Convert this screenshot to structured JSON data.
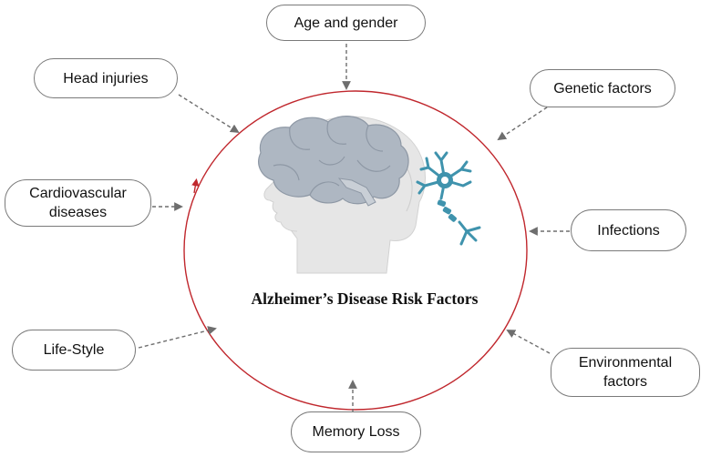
{
  "diagram": {
    "title": "Alzheimer’s Disease Risk Factors",
    "factors": {
      "age_gender": "Age and gender",
      "head_injuries": "Head injuries",
      "genetic": "Genetic factors",
      "cardiovascular": "Cardiovascular\ndiseases",
      "infections": "Infections",
      "lifestyle": "Life-Style",
      "environmental": "Environmental\nfactors",
      "memory_loss": "Memory Loss"
    },
    "icons": [
      "head-silhouette-icon",
      "brain-icon",
      "neuron-icon"
    ],
    "colors": {
      "circle": "#c0272d",
      "arrow": "#6e6e6e",
      "brain": "#aeb7c2",
      "head": "#e6e6e6",
      "neuron": "#3f93ad",
      "box_border": "#7a7a7a"
    }
  }
}
